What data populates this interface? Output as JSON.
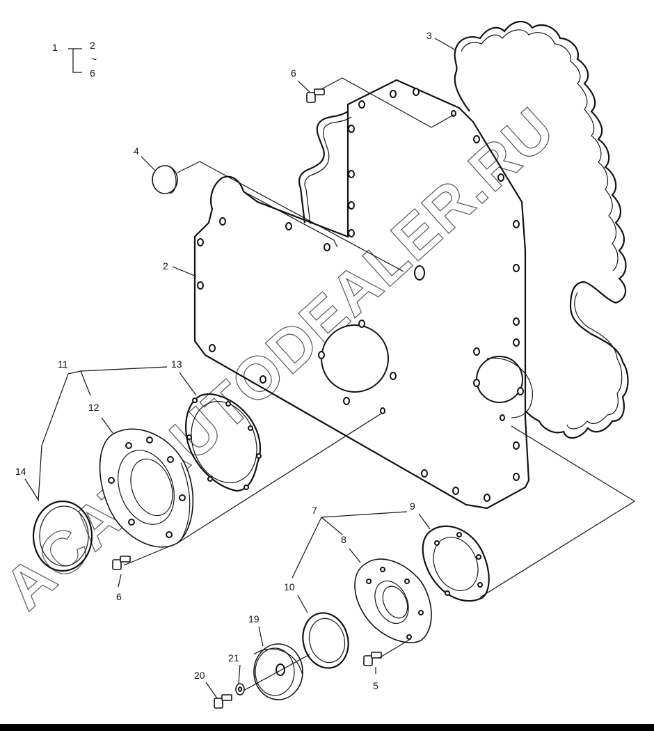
{
  "labels": {
    "l1": "1",
    "l2": "2",
    "l_tilde": "~",
    "l6_range": "6",
    "l3": "3",
    "l6a": "6",
    "l4": "4",
    "l2b": "2",
    "l11": "11",
    "l13": "13",
    "l12": "12",
    "l14": "14",
    "l6b": "6",
    "l7": "7",
    "l9": "9",
    "l8": "8",
    "l10": "10",
    "l19": "19",
    "l21": "21",
    "l20": "20",
    "l5": "5"
  },
  "watermark": "ACAT.AUTODEALER.RU"
}
